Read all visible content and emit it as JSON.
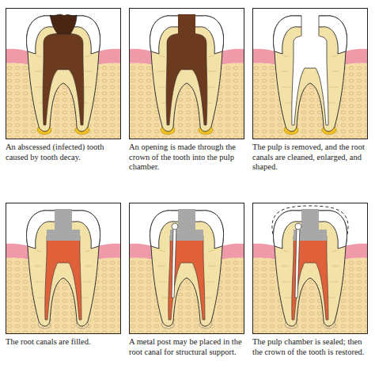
{
  "diagram": {
    "labels": [
      "An abscessed (infected) tooth caused by tooth decay.",
      "An opening is made through the crown of the tooth into the pulp chamber.",
      "The pulp is removed, and the root canals are cleaned, enlarged, and shaped.",
      "The root canals are filled.",
      "A metal post may be placed in the root canal for structural support.",
      "The pulp chamber is sealed; then the crown of the tooth is restored."
    ]
  }
}
